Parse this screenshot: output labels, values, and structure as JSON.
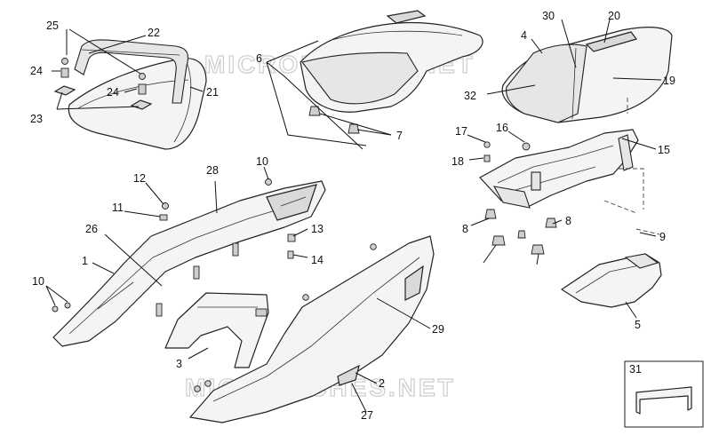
{
  "watermarks": [
    "MICROFICHES.NET",
    "MICROFICHES.NET"
  ],
  "callouts": [
    "1",
    "2",
    "3",
    "4",
    "5",
    "6",
    "7",
    "8",
    "8",
    "9",
    "10",
    "10",
    "11",
    "12",
    "13",
    "14",
    "15",
    "16",
    "17",
    "18",
    "19",
    "20",
    "21",
    "22",
    "23",
    "24",
    "24",
    "25",
    "26",
    "27",
    "28",
    "29",
    "30",
    "31",
    "32"
  ],
  "inset": {
    "label": "31"
  }
}
